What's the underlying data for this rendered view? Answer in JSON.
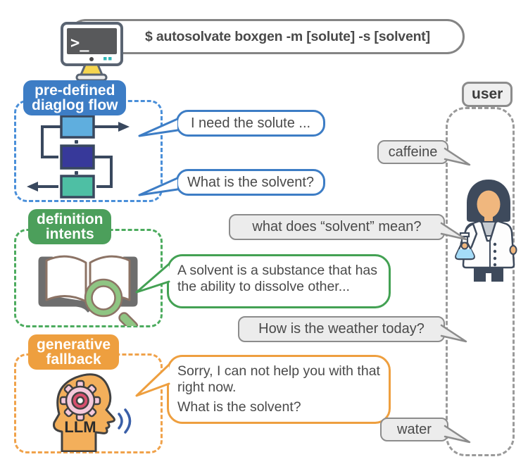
{
  "terminal": {
    "command": "$ autosolvate boxgen -m [solute] -s [solvent]",
    "prompt": ">_",
    "icon": "terminal-monitor-icon"
  },
  "stages": [
    {
      "id": "predefined-dialog-flow",
      "label_line1": "pre-defined",
      "label_line2": "diaglog flow",
      "accent": "#3d7dc5",
      "icon": "flowchart-icon"
    },
    {
      "id": "definition-intents",
      "label_line1": "definition",
      "label_line2": "intents",
      "accent": "#4c9f5b",
      "icon": "book-magnifier-icon"
    },
    {
      "id": "generative-fallback",
      "label_line1": "generative",
      "label_line2": "fallback",
      "accent": "#ee9f3f",
      "icon": "llm-head-icon",
      "icon_label": "LLM"
    }
  ],
  "bot_messages": [
    {
      "stage": "predefined-dialog-flow",
      "text": "I need the solute ..."
    },
    {
      "stage": "predefined-dialog-flow",
      "text": "What is the solvent?"
    },
    {
      "stage": "definition-intents",
      "text": "A solvent is a substance that has the ability to dissolve other..."
    },
    {
      "stage": "generative-fallback",
      "line1": "Sorry, I can not help you with that right now.",
      "line2": "What is the solvent?"
    }
  ],
  "user_messages": [
    {
      "text": "caffeine"
    },
    {
      "text": "what does “solvent” mean?"
    },
    {
      "text": "How is the weather today?"
    },
    {
      "text": "water"
    }
  ],
  "user_panel": {
    "label": "user",
    "avatar": "scientist-with-flask"
  },
  "colors": {
    "blue": "#3d7dc5",
    "green": "#43a153",
    "orange": "#ee9f3f",
    "gray_bubble_fill": "#ececec",
    "gray_border": "#8c8c8c",
    "flow_top_box": "#5faede",
    "flow_mid_box": "#37399a",
    "flow_bottom_box": "#4ebfa4",
    "flow_stroke": "#39485e",
    "text": "#4a4a4a"
  }
}
